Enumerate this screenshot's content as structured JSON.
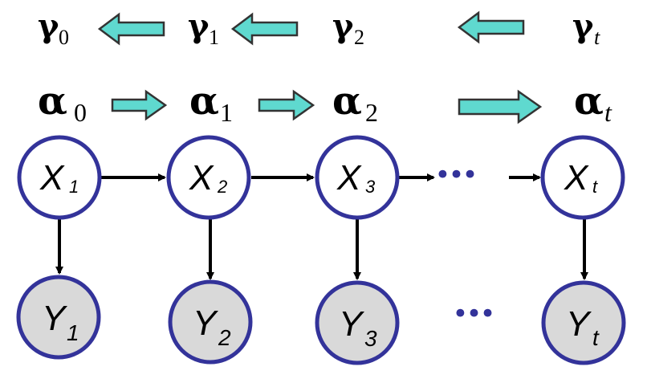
{
  "diagram": {
    "title": "Hidden Markov Model forward-backward messages",
    "colors": {
      "node_stroke": "#33339a",
      "hidden_fill": "#ffffff",
      "observed_fill": "#d9d9d9",
      "message_arrow_fill": "#5fd9cf",
      "message_arrow_stroke": "#333333",
      "edge": "#000000",
      "ellipsis": "#33339a"
    },
    "backward_messages": [
      {
        "symbol": "γ",
        "sub": "0"
      },
      {
        "symbol": "γ",
        "sub": "1"
      },
      {
        "symbol": "γ",
        "sub": "2"
      },
      {
        "symbol": "γ",
        "sub": "t"
      }
    ],
    "forward_messages": [
      {
        "symbol": "α",
        "sub": "0"
      },
      {
        "symbol": "α",
        "sub": "1"
      },
      {
        "symbol": "α",
        "sub": "2"
      },
      {
        "symbol": "α",
        "sub": "t"
      }
    ],
    "hidden_nodes": [
      {
        "label": "X",
        "sub": "1"
      },
      {
        "label": "X",
        "sub": "2"
      },
      {
        "label": "X",
        "sub": "3"
      },
      {
        "label": "X",
        "sub": "t"
      }
    ],
    "observed_nodes": [
      {
        "label": "Y",
        "sub": "1"
      },
      {
        "label": "Y",
        "sub": "2"
      },
      {
        "label": "Y",
        "sub": "3"
      },
      {
        "label": "Y",
        "sub": "t"
      }
    ],
    "ellipsis": "•••"
  }
}
